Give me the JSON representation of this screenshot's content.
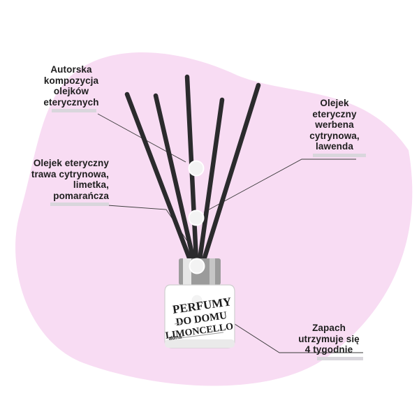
{
  "callouts": {
    "top_left": {
      "lines": [
        "Autorska",
        "kompozycja",
        "olejków",
        "eterycznych"
      ]
    },
    "mid_left": {
      "lines": [
        "Olejek eteryczny",
        "trawa cytrynowa,",
        "limetka,",
        "pomarańcza"
      ]
    },
    "top_right": {
      "lines": [
        "Olejek",
        "eteryczny",
        "werbena",
        "cytrynowa,",
        "lawenda"
      ]
    },
    "bottom_right": {
      "lines": [
        "Zapach",
        "utrzymuje się",
        "4 tygodnie"
      ]
    }
  },
  "product_label": {
    "line1": "PERFUMY",
    "line2": "DO DOMU",
    "line3": "LIMONCELLO",
    "brand": "aūna"
  },
  "colors": {
    "blob": "#f8dcf3",
    "sticks": "#2b2b2d",
    "bar": "#d9d6dc",
    "text": "#1e1e1e"
  }
}
